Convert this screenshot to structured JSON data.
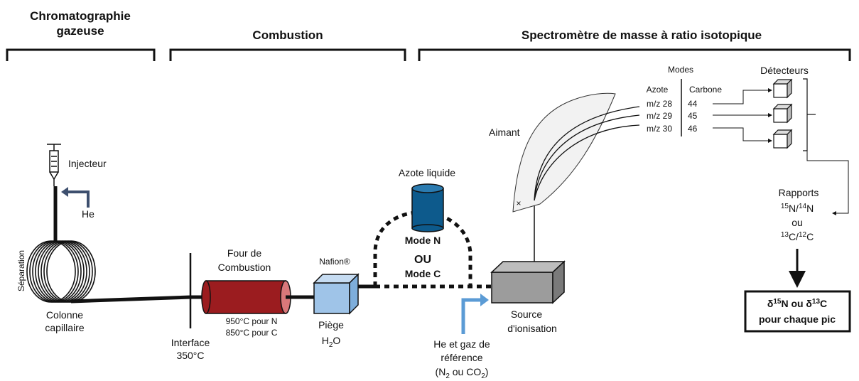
{
  "sections": {
    "gc_line1": "Chromatographie",
    "gc_line2": "gazeuse",
    "combustion": "Combustion",
    "irms": "Spectromètre de masse à ratio isotopique"
  },
  "labels": {
    "injecteur": "Injecteur",
    "he": "He",
    "separation": "Séparation",
    "colonne_line1": "Colonne",
    "colonne_line2": "capillaire",
    "interface_line1": "Interface",
    "interface_line2": "350°C",
    "four_line1": "Four de",
    "four_line2": "Combustion",
    "temp_n": "950°C pour N",
    "temp_c": "850°C pour C",
    "nafion": "Nafion®",
    "piege": "Piège",
    "piege_h": "H",
    "piege_sub": "2",
    "piege_o": "O",
    "azote_liquide": "Azote liquide",
    "mode_n": "Mode N",
    "ou": "OU",
    "mode_c": "Mode C",
    "aimant": "Aimant",
    "source_line1": "Source",
    "source_line2": "d'ionisation",
    "ref_line1": "He et gaz de",
    "ref_line2": "référence",
    "ref_line3_pre": "(N",
    "ref_line3_sub1": "2",
    "ref_line3_mid": " ou CO",
    "ref_line3_sub2": "2",
    "ref_line3_post": ")",
    "modes": "Modes",
    "azote": "Azote",
    "carbone": "Carbone",
    "detecteurs": "Détecteurs",
    "mz28": "m/z 28",
    "mz29": "m/z 29",
    "mz30": "m/z 30",
    "c44": "44",
    "c45": "45",
    "c46": "46",
    "rapports": "Rapports",
    "ratio_n_sup1": "15",
    "ratio_n_main1": "N/",
    "ratio_n_sup2": "14",
    "ratio_n_main2": "N",
    "ratio_ou": "ou",
    "ratio_c_sup1": "13",
    "ratio_c_main1": "C/",
    "ratio_c_sup2": "12",
    "ratio_c_main2": "C",
    "result_d1": "δ",
    "result_sup1": "15",
    "result_mid": "N ou δ",
    "result_sup2": "13",
    "result_end": "C",
    "result_line2": "pour chaque pic",
    "x_mark": "×"
  },
  "colors": {
    "furnace": "#9b1c1f",
    "furnace_end": "#d9787a",
    "trap": "#9fc4e8",
    "dewar": "#0d5a8c",
    "source": "#9c9c9c",
    "he_arrow": "#3d4f6e",
    "ref_arrow": "#5b9bd5"
  }
}
